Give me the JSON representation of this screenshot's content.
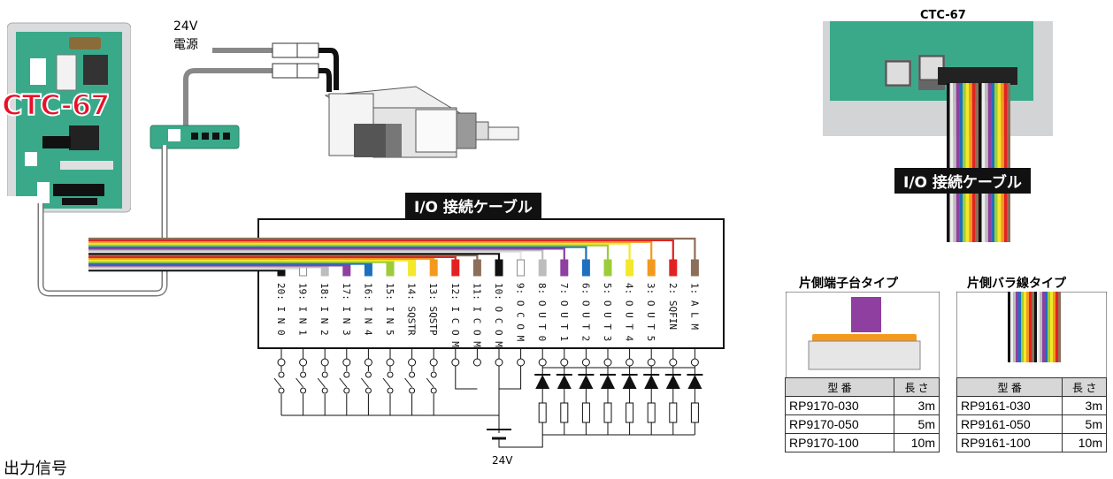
{
  "power": {
    "voltage": "24V",
    "label": "電源"
  },
  "board": {
    "logo": "CTC-67"
  },
  "cable_title": "I/O 接続ケーブル",
  "bottom_supply": "24V",
  "bottom_cut_text": "出力信号",
  "photo": {
    "title": "CTC-67",
    "cable_title": "I/O 接続ケーブル"
  },
  "pins": [
    {
      "label": "20: I N 0",
      "color": "#111111"
    },
    {
      "label": "19: I N 1",
      "color": "#ffffff"
    },
    {
      "label": "18: I N 2",
      "color": "#bdbdbd"
    },
    {
      "label": "17: I N 3",
      "color": "#8e3fa0"
    },
    {
      "label": "16: I N 4",
      "color": "#1e6fbf"
    },
    {
      "label": "15: I N 5",
      "color": "#9ccc3a"
    },
    {
      "label": "14: SQSTR",
      "color": "#f3e82b"
    },
    {
      "label": "13: SQSTP",
      "color": "#f39a1e"
    },
    {
      "label": "12: I C O M",
      "color": "#e22222"
    },
    {
      "label": "11: I C O M",
      "color": "#8d6e5a"
    },
    {
      "label": "10: O C O M",
      "color": "#111111"
    },
    {
      "label": "9: O C O M",
      "color": "#ffffff"
    },
    {
      "label": "8: O U T 0",
      "color": "#bdbdbd"
    },
    {
      "label": "7: O U T 1",
      "color": "#8e3fa0"
    },
    {
      "label": "6: O U T 2",
      "color": "#1e6fbf"
    },
    {
      "label": "5: O U T 3",
      "color": "#9ccc3a"
    },
    {
      "label": "4: O U T 4",
      "color": "#f3e82b"
    },
    {
      "label": "3: O U T 5",
      "color": "#f39a1e"
    },
    {
      "label": "2: SQFIN",
      "color": "#e22222"
    },
    {
      "label": "1: A L M",
      "color": "#8d6e5a"
    }
  ],
  "table_terminal": {
    "title": "片側端子台タイプ",
    "headers": [
      "型 番",
      "長 さ"
    ],
    "rows": [
      [
        "RP9170-030",
        "3m"
      ],
      [
        "RP9170-050",
        "5m"
      ],
      [
        "RP9170-100",
        "10m"
      ]
    ]
  },
  "table_loose": {
    "title": "片側バラ線タイプ",
    "headers": [
      "型 番",
      "長 さ"
    ],
    "rows": [
      [
        "RP9161-030",
        "3m"
      ],
      [
        "RP9161-050",
        "5m"
      ],
      [
        "RP9161-100",
        "10m"
      ]
    ]
  },
  "colors": {
    "board_green": "#3aa98a",
    "logo_red": "#e8102a",
    "box_black": "#111111"
  }
}
